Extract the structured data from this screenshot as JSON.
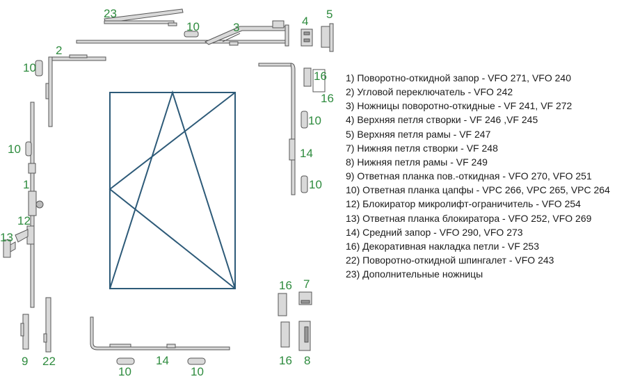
{
  "callouts": [
    {
      "id": "c23",
      "text": "23"
    },
    {
      "id": "c10a",
      "text": "10"
    },
    {
      "id": "c3",
      "text": "3"
    },
    {
      "id": "c4",
      "text": "4"
    },
    {
      "id": "c5",
      "text": "5"
    },
    {
      "id": "c2",
      "text": "2"
    },
    {
      "id": "c10b",
      "text": "10"
    },
    {
      "id": "c16a",
      "text": "16"
    },
    {
      "id": "c16b",
      "text": "16"
    },
    {
      "id": "c10c",
      "text": "10"
    },
    {
      "id": "c10d",
      "text": "10"
    },
    {
      "id": "c14a",
      "text": "14"
    },
    {
      "id": "c10e",
      "text": "10"
    },
    {
      "id": "c1",
      "text": "1"
    },
    {
      "id": "c12",
      "text": "12"
    },
    {
      "id": "c13",
      "text": "13"
    },
    {
      "id": "c16c",
      "text": "16"
    },
    {
      "id": "c7",
      "text": "7"
    },
    {
      "id": "c9",
      "text": "9"
    },
    {
      "id": "c22",
      "text": "22"
    },
    {
      "id": "c10f",
      "text": "10"
    },
    {
      "id": "c14b",
      "text": "14"
    },
    {
      "id": "c10g",
      "text": "10"
    },
    {
      "id": "c16d",
      "text": "16"
    },
    {
      "id": "c8",
      "text": "8"
    }
  ],
  "legend": [
    "1) Поворотно-откидной запор - VFO 271, VFO 240",
    "2) Угловой переключатель - VFO 242",
    "3) Ножницы поворотно-откидные - VF 241, VF 272",
    "4) Верхняя петля створки - VF 246 ,VF 245",
    "5) Верхняя петля рамы - VF 247",
    "7) Нижняя петля створки - VF 248",
    "8) Нижняя петля рамы - VF 249",
    "9) Ответная планка пов.-откидная - VFO 270, VFO 251",
    "10) Ответная планка цапфы - VPC 266, VPC 265, VPC 264",
    "12) Блокиратор микролифт-ограничитель - VFO 254",
    "13) Ответная планка блокиратора - VFO 252, VFO 269",
    "14) Средний запор - VFO 290, VFO 273",
    "16) Декоративная накладка петли - VF 253",
    "22) Поворотно-откидной шпингалет - VFO 243",
    "23) Дополнительные ножницы"
  ],
  "colors": {
    "frame": "#2d5a78",
    "callout": "#2e8b3e",
    "part_stroke": "#555555",
    "part_fill": "#d9d9d9",
    "text": "#1a1a1a"
  }
}
